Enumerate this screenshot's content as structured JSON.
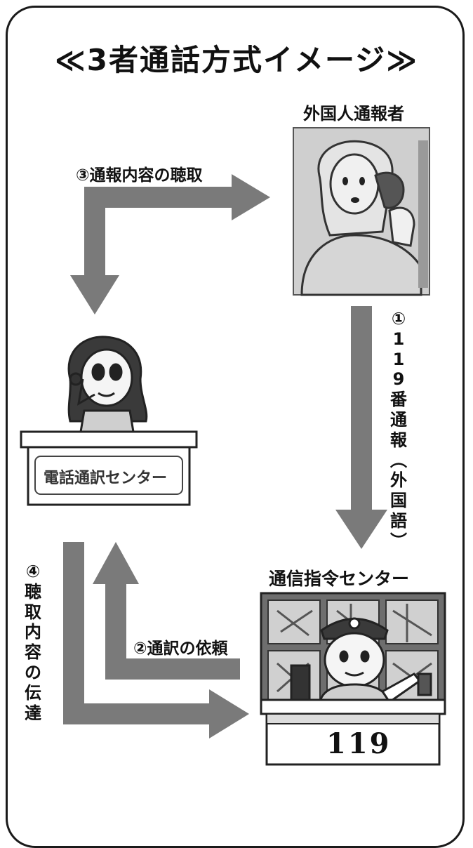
{
  "title": "≪3者通話方式イメージ≫",
  "nodes": {
    "caller": "外国人通報者",
    "interpreter_center": "電話通訳センター",
    "command_center": "通信指令センター",
    "desk_number": "119"
  },
  "steps": {
    "step1": "①119番通報（外国語）",
    "step2": "②通訳の依頼",
    "step3": "③通報内容の聴取",
    "step4": "④聴取内容の伝達"
  },
  "step1_chars": [
    "①",
    "1",
    "1",
    "9",
    "番",
    "通",
    "報",
    "︵",
    "外",
    "国",
    "語",
    "︶"
  ],
  "step4_chars": [
    "④",
    "聴",
    "取",
    "内",
    "容",
    "の",
    "伝",
    "達"
  ],
  "colors": {
    "arrow": "#7a7a7a",
    "border": "#1a1a1a"
  }
}
